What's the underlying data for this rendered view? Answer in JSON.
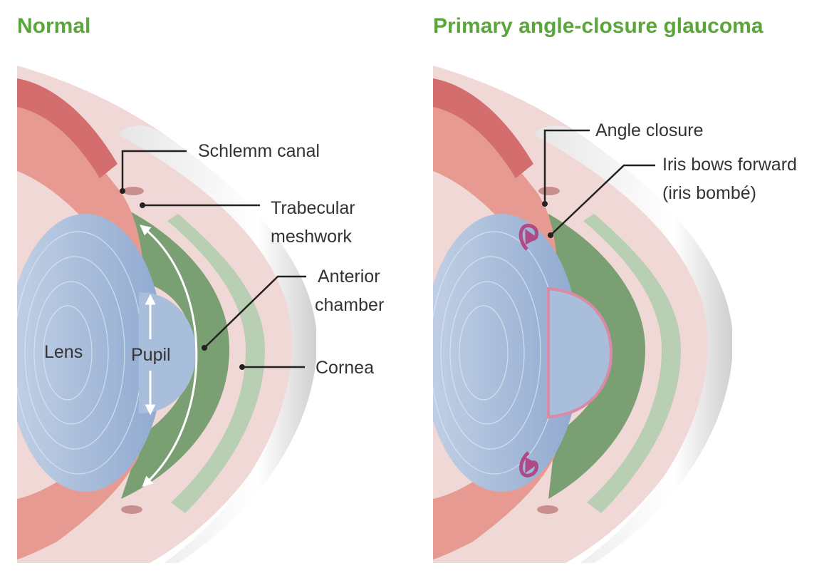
{
  "titles": {
    "normal": "Normal",
    "glaucoma": "Primary angle-closure glaucoma"
  },
  "labels": {
    "schlemm": "Schlemm canal",
    "trabecular_1": "Trabecular",
    "trabecular_2": "meshwork",
    "anterior_1": "Anterior",
    "anterior_2": "chamber",
    "cornea": "Cornea",
    "lens": "Lens",
    "pupil": "Pupil",
    "angle_closure": "Angle closure",
    "iris_bows_1": "Iris bows forward",
    "iris_bows_2": "(iris bombé)"
  },
  "colors": {
    "title_green": "#5aa63a",
    "label_text": "#333333",
    "leader_line": "#222222",
    "sclera": "#f0d8d6",
    "cornea_band": "#b8cfb4",
    "aqueous_green": "#7a9f72",
    "lens_blue": "#a9bedb",
    "iris_pink": "#e79a92",
    "flow_arrow": "#b04a86"
  }
}
